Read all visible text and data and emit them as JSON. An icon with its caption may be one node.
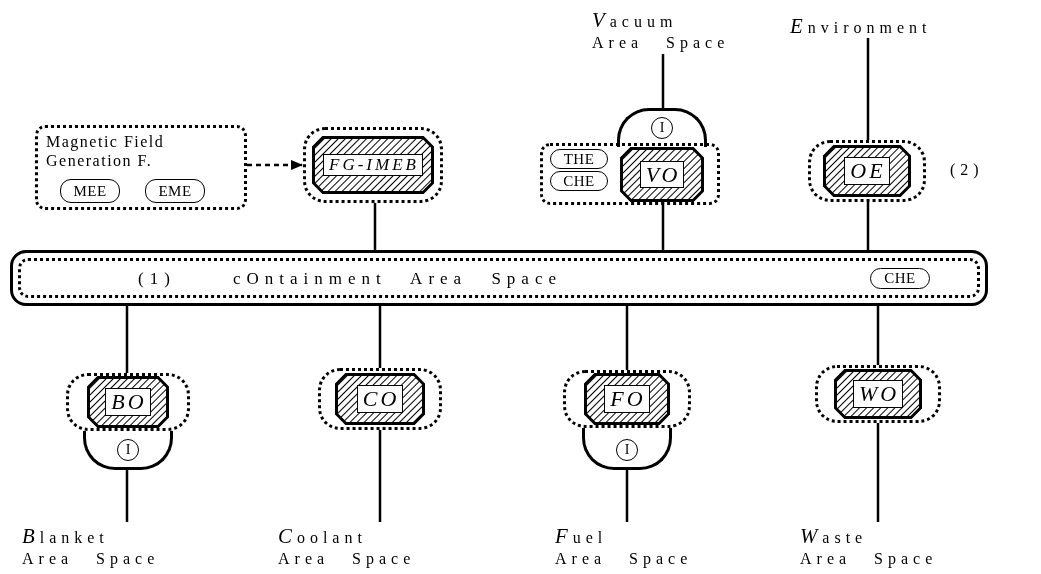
{
  "diagram": {
    "nodes": [
      {
        "text": [
          "Magnetic Field Generation F."
        ]
      },
      {
        "text": [
          "MEE"
        ],
        "in": 0
      },
      {
        "text": [
          "EME"
        ],
        "in": 0
      },
      {
        "text": [
          "FG-IMEB"
        ]
      },
      {
        "text": [
          "Vacuum Area Space"
        ]
      },
      {
        "text": [
          "Environment"
        ]
      },
      {
        "text": [
          "I"
        ]
      },
      {
        "text": [
          "VO"
        ],
        "in": 8
      },
      {
        "text": [],
        "shape": "box"
      },
      {
        "text": [
          "THE"
        ],
        "in": 8
      },
      {
        "text": [
          "CHE"
        ],
        "in": 8
      },
      {
        "text": [
          "OE"
        ],
        "beside": [
          "(2)"
        ]
      },
      {
        "text": [
          "(1)",
          "cOntainment Area Space"
        ]
      },
      {
        "text": [
          "CHE"
        ],
        "in": 12
      },
      {
        "text": [
          "I"
        ]
      },
      {
        "text": [
          "BO"
        ]
      },
      {
        "text": [
          "CO"
        ]
      },
      {
        "text": [
          "I"
        ]
      },
      {
        "text": [
          "FO"
        ]
      },
      {
        "text": [
          "WO"
        ]
      },
      {
        "text": [
          "Blanket Area Space"
        ]
      },
      {
        "text": [
          "Coolant Area Space"
        ]
      },
      {
        "text": [
          "Fuel Area Space"
        ]
      },
      {
        "text": [
          "Waste Area Space"
        ]
      }
    ],
    "edges": [
      {
        "from": 0,
        "to": 3,
        "arrow": "to",
        "style": "dashed"
      },
      {
        "from": 3,
        "to": 12,
        "arrow": "none"
      },
      {
        "from": 4,
        "to": 6,
        "arrow": "none"
      },
      {
        "from": 7,
        "to": 12,
        "arrow": "none"
      },
      {
        "from": 5,
        "to": 11,
        "arrow": "none"
      },
      {
        "from": 11,
        "to": 12,
        "arrow": "none"
      },
      {
        "from": 12,
        "to": 15,
        "arrow": "none"
      },
      {
        "from": 14,
        "to": 20,
        "arrow": "none"
      },
      {
        "from": 12,
        "to": 16,
        "arrow": "none"
      },
      {
        "from": 16,
        "to": 21,
        "arrow": "none"
      },
      {
        "from": 12,
        "to": 18,
        "arrow": "none"
      },
      {
        "from": 17,
        "to": 22,
        "arrow": "none"
      },
      {
        "from": 12,
        "to": 19,
        "arrow": "none"
      },
      {
        "from": 19,
        "to": 23,
        "arrow": "none"
      }
    ]
  }
}
